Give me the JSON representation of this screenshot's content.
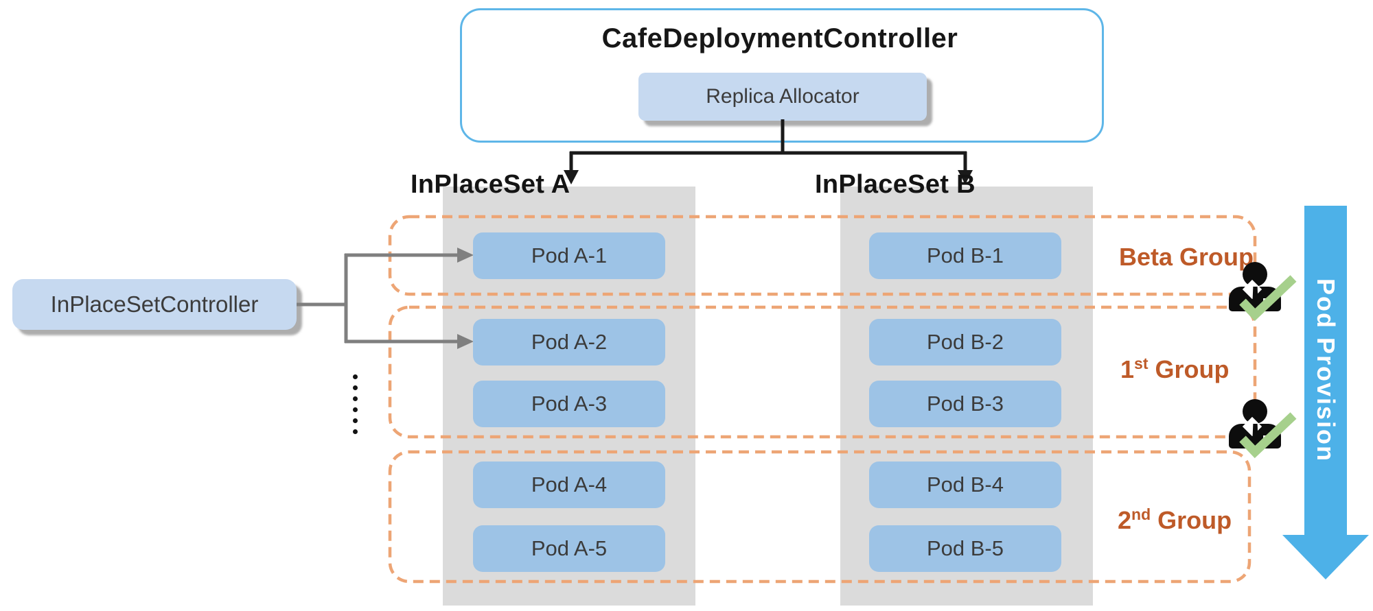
{
  "diagram": {
    "controller_box": {
      "title": "CafeDeploymentController",
      "allocator_label": "Replica Allocator"
    },
    "side_controller": {
      "label": "InPlaceSetController"
    },
    "columns": [
      {
        "id": "A",
        "label": "InPlaceSet A",
        "pods": [
          "Pod A-1",
          "Pod A-2",
          "Pod A-3",
          "Pod A-4",
          "Pod A-5"
        ]
      },
      {
        "id": "B",
        "label": "InPlaceSet B",
        "pods": [
          "Pod B-1",
          "Pod B-2",
          "Pod B-3",
          "Pod B-4",
          "Pod B-5"
        ]
      }
    ],
    "groups": [
      {
        "name": "beta-group",
        "prefix": "Beta",
        "sup": "",
        "rest": " Group"
      },
      {
        "name": "first-group",
        "prefix": "1",
        "sup": "st",
        "rest": " Group"
      },
      {
        "name": "second-group",
        "prefix": "2",
        "sup": "nd",
        "rest": " Group"
      }
    ],
    "provision_arrow": {
      "label": "Pod Provision"
    },
    "icons": [
      "approver-icon",
      "checkmark-icon",
      "down-arrow-icon"
    ],
    "colors": {
      "outer_box_border": "#5eb6e8",
      "controller_fill": "#c6d9f0",
      "pod_fill": "#9dc3e6",
      "column_fill": "#dbdbdb",
      "group_dash": "#eda575",
      "group_text": "#be5a28",
      "provision_blue": "#4db1e8",
      "check_green": "#a6d08c",
      "connector_black": "#1a1a1a",
      "connector_gray": "#7f7f7f"
    }
  }
}
